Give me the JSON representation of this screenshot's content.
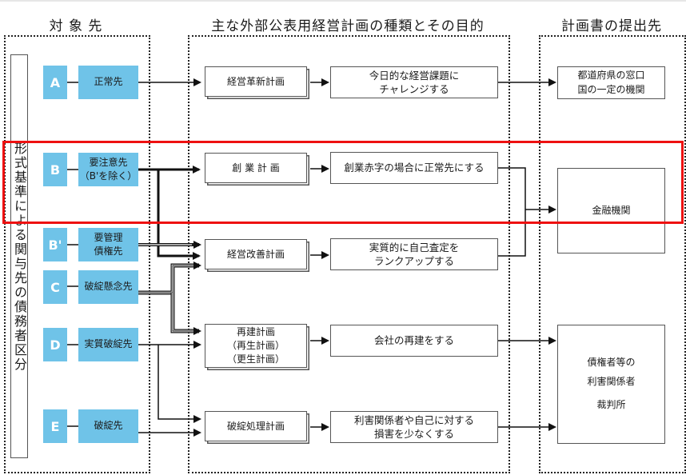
{
  "columns": {
    "targets": "対 象 先",
    "plans": "主な外部公表用経営計画の種類とその目的",
    "submit_to": "計画書の提出先"
  },
  "vertical_label": "形式基準による関与先の債務者区分",
  "entities": [
    {
      "code": "A",
      "lines": [
        "正常先"
      ]
    },
    {
      "code": "B",
      "lines": [
        "要注意先",
        "（B'を除く）"
      ]
    },
    {
      "code": "B'",
      "lines": [
        "要管理",
        "債権先"
      ]
    },
    {
      "code": "C",
      "lines": [
        "破綻懸念先"
      ]
    },
    {
      "code": "D",
      "lines": [
        "実質破綻先"
      ]
    },
    {
      "code": "E",
      "lines": [
        "破綻先"
      ]
    }
  ],
  "plans": [
    {
      "lines": [
        "経営革新計画"
      ]
    },
    {
      "lines": [
        "創 業 計 画"
      ]
    },
    {
      "lines": [
        "経営改善計画"
      ]
    },
    {
      "lines": [
        "再建計画",
        "（再生計画）",
        "（更生計画）"
      ]
    },
    {
      "lines": [
        "破綻処理計画"
      ]
    }
  ],
  "purposes": [
    {
      "lines": [
        "今日的な経営課題に",
        "チャレンジする"
      ]
    },
    {
      "lines": [
        "創業赤字の場合に正常先にする"
      ]
    },
    {
      "lines": [
        "実質的に自己査定を",
        "ランクアップする"
      ]
    },
    {
      "lines": [
        "会社の再建をする"
      ]
    },
    {
      "lines": [
        "利害関係者や自己に対する",
        "損害を少なくする"
      ]
    }
  ],
  "destinations": [
    {
      "lines": [
        "都道府県の窓口",
        "国の一定の機関"
      ]
    },
    {
      "lines": [
        "金融機関"
      ]
    },
    {
      "lines": [
        "債権者等の",
        "利害関係者",
        "",
        "裁判所"
      ]
    }
  ],
  "colors": {
    "entity_fill": "#6fc3e8",
    "highlight": "#ee1111"
  }
}
